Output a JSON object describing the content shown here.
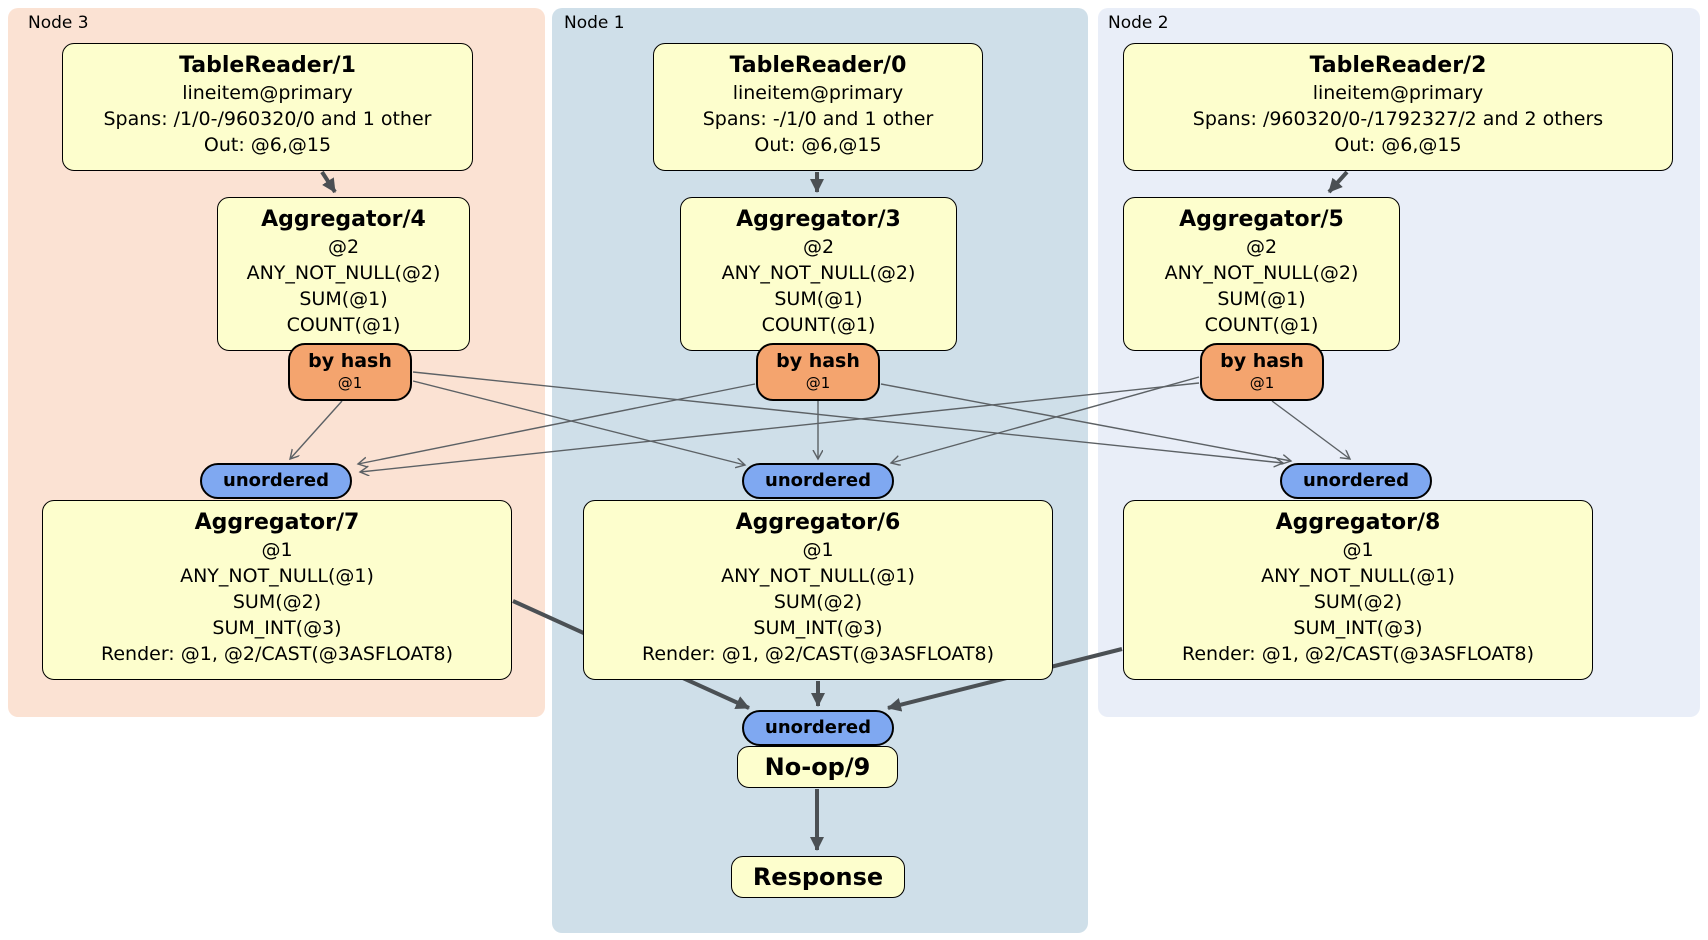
{
  "diagram": "DistSQL physical plan",
  "colors": {
    "node3_bg": "#fbe2d3",
    "node1_bg": "#cfdfe9",
    "node2_bg": "#e9eef8",
    "box_bg": "#fdfecd",
    "router_bg": "#f4a46e",
    "sync_bg": "#7fa8f1",
    "edge": "#4b5054"
  },
  "regions": [
    {
      "label": "Node 3",
      "table_reader": {
        "title": "TableReader/1",
        "index": "lineitem@primary",
        "spans": "Spans: /1/0-/960320/0 and 1 other",
        "out": "Out: @6,@15"
      },
      "aggregator_top": {
        "title": "Aggregator/4",
        "lines": [
          "@2",
          "ANY_NOT_NULL(@2)",
          "SUM(@1)",
          "COUNT(@1)"
        ]
      },
      "router": {
        "label": "by hash",
        "detail": "@1"
      },
      "sync": {
        "label": "unordered"
      },
      "aggregator_bottom": {
        "title": "Aggregator/7",
        "lines": [
          "@1",
          "ANY_NOT_NULL(@1)",
          "SUM(@2)",
          "SUM_INT(@3)",
          "Render: @1, @2/CAST(@3ASFLOAT8)"
        ]
      }
    },
    {
      "label": "Node 1",
      "table_reader": {
        "title": "TableReader/0",
        "index": "lineitem@primary",
        "spans": "Spans: -/1/0 and 1 other",
        "out": "Out: @6,@15"
      },
      "aggregator_top": {
        "title": "Aggregator/3",
        "lines": [
          "@2",
          "ANY_NOT_NULL(@2)",
          "SUM(@1)",
          "COUNT(@1)"
        ]
      },
      "router": {
        "label": "by hash",
        "detail": "@1"
      },
      "sync": {
        "label": "unordered"
      },
      "aggregator_bottom": {
        "title": "Aggregator/6",
        "lines": [
          "@1",
          "ANY_NOT_NULL(@1)",
          "SUM(@2)",
          "SUM_INT(@3)",
          "Render: @1, @2/CAST(@3ASFLOAT8)"
        ]
      }
    },
    {
      "label": "Node 2",
      "table_reader": {
        "title": "TableReader/2",
        "index": "lineitem@primary",
        "spans": "Spans: /960320/0-/1792327/2 and 2 others",
        "out": "Out: @6,@15"
      },
      "aggregator_top": {
        "title": "Aggregator/5",
        "lines": [
          "@2",
          "ANY_NOT_NULL(@2)",
          "SUM(@1)",
          "COUNT(@1)"
        ]
      },
      "router": {
        "label": "by hash",
        "detail": "@1"
      },
      "sync": {
        "label": "unordered"
      },
      "aggregator_bottom": {
        "title": "Aggregator/8",
        "lines": [
          "@1",
          "ANY_NOT_NULL(@1)",
          "SUM(@2)",
          "SUM_INT(@3)",
          "Render: @1, @2/CAST(@3ASFLOAT8)"
        ]
      }
    }
  ],
  "final": {
    "sync_label": "unordered",
    "noop_title": "No-op/9",
    "response_title": "Response"
  },
  "edges": [
    "TableReader/1 -> Aggregator/4",
    "TableReader/0 -> Aggregator/3",
    "TableReader/2 -> Aggregator/5",
    "Aggregator/4 (by hash) -> unordered@Node3",
    "Aggregator/4 (by hash) -> unordered@Node1",
    "Aggregator/4 (by hash) -> unordered@Node2",
    "Aggregator/3 (by hash) -> unordered@Node3",
    "Aggregator/3 (by hash) -> unordered@Node1",
    "Aggregator/3 (by hash) -> unordered@Node2",
    "Aggregator/5 (by hash) -> unordered@Node3",
    "Aggregator/5 (by hash) -> unordered@Node1",
    "Aggregator/5 (by hash) -> unordered@Node2",
    "Aggregator/7 -> unordered -> No-op/9",
    "Aggregator/6 -> unordered -> No-op/9",
    "Aggregator/8 -> unordered -> No-op/9",
    "No-op/9 -> Response"
  ]
}
